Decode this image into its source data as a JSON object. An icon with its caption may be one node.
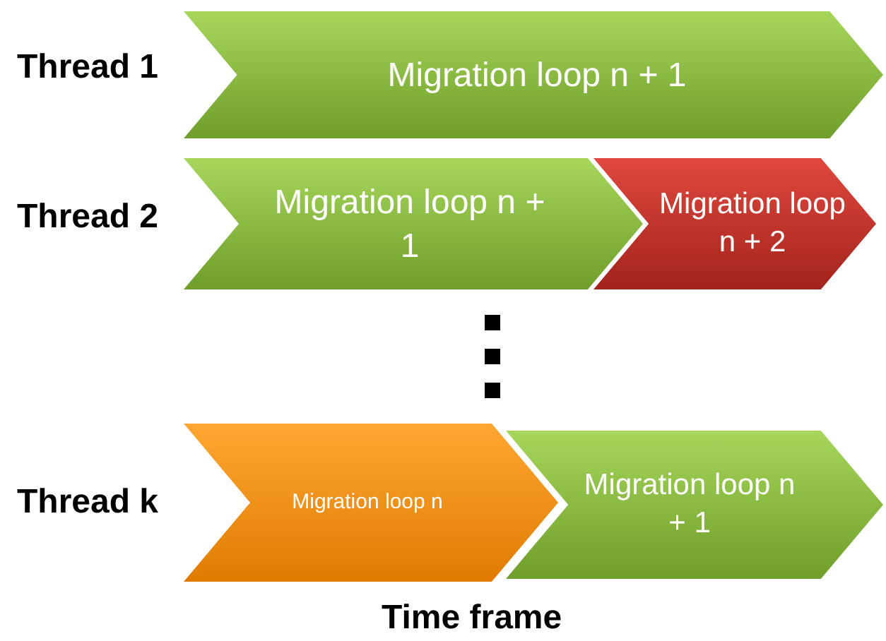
{
  "diagram": {
    "caption": "Time frame",
    "nodes": [
      {
        "text": [
          "Migration loop n + 1"
        ]
      },
      {
        "text": [
          "Migration loop n + 1"
        ]
      },
      {
        "text": [
          "Migration loop n + 2"
        ]
      },
      {
        "text": [
          "Migration loop n"
        ]
      },
      {
        "text": [
          "Migration loop n + 1"
        ]
      }
    ],
    "labels": [
      "Thread 1",
      "Thread 2",
      "Thread k"
    ]
  }
}
